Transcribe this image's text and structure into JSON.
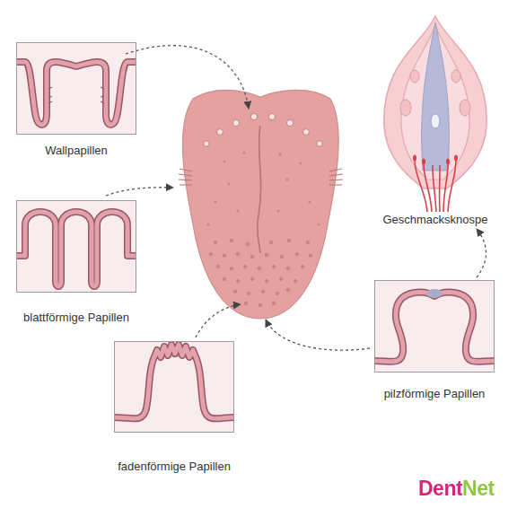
{
  "diagram": {
    "nodes": [
      {
        "text": [
          "Wallpapillen"
        ]
      },
      {
        "text": [
          "blattförmige Papillen"
        ]
      },
      {
        "text": [
          "fadenförmige Papillen"
        ]
      },
      {
        "text": [
          "pilzförmige Papillen"
        ]
      },
      {
        "text": [
          "Geschmacksknospe"
        ]
      }
    ],
    "edges": [
      {
        "from": 3,
        "to": 4,
        "arrow": "to"
      }
    ],
    "labels": [
      "DentNet"
    ]
  }
}
